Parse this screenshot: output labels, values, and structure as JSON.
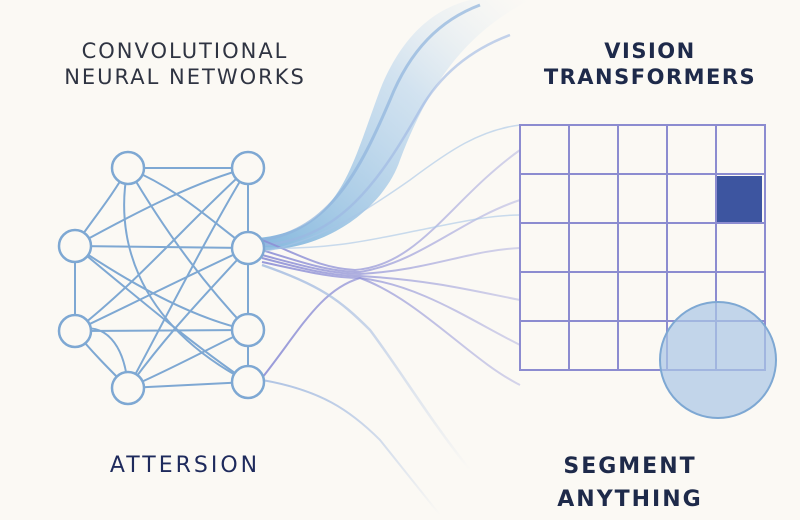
{
  "labels": {
    "cnn_line1": "CONVOLUTIONAL",
    "cnn_line2": "NEURAL NETWORKS",
    "vit_line1": "VISION",
    "vit_line2": "TRANSFORMERS",
    "attersion": "ATTERSION",
    "sam_line1": "SEGMENT",
    "sam_line2": "ANYTHING"
  },
  "colors": {
    "background": "#fbf9f4",
    "node_stroke": "#7ea8d3",
    "grid_stroke": "#8c8cd0",
    "highlight_cell": "#3d55a0",
    "circle_fill": "#a9c6e6",
    "flow_blue": "#6aa6d8",
    "flow_purple": "#8d8fd6"
  },
  "network": {
    "layers": [
      4,
      4
    ],
    "highlighted_patch": {
      "row": 1,
      "col": 4
    }
  },
  "grid": {
    "rows": 5,
    "cols": 5
  }
}
